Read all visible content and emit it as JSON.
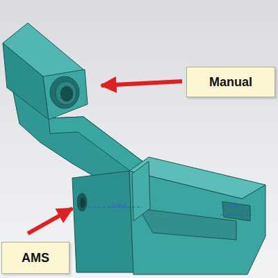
{
  "diagram": {
    "nodes": [
      {
        "text": [
          "Manual"
        ]
      },
      {
        "text": [
          "AMS"
        ]
      }
    ],
    "labels": [
      "Axis2",
      "Axis1"
    ]
  }
}
